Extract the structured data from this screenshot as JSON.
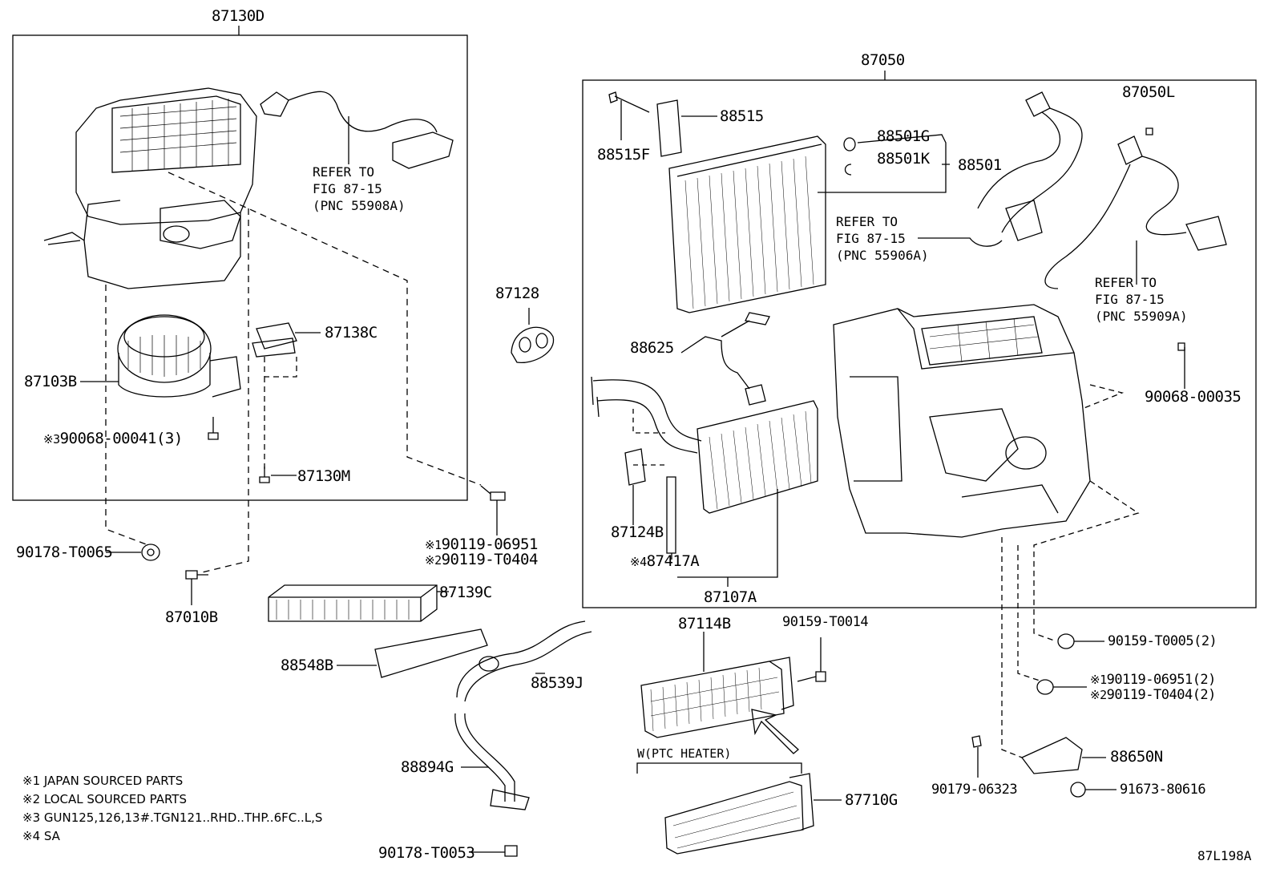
{
  "diagram": {
    "figure_code": "87L198A",
    "assemblies": {
      "blower_unit": "87130D",
      "evaporator_heater_unit": "87050"
    },
    "parts": {
      "p87103B": "87103B",
      "p87138C": "87138C",
      "p87130M": "87130M",
      "p90068_00041": "90068-00041(3)",
      "p87128": "87128",
      "p90178_T0065": "90178-T0065",
      "p87010B": "87010B",
      "p90119_06951": "90119-06951",
      "p90119_T0404": "90119-T0404",
      "p87139C": "87139C",
      "p88548B": "88548B",
      "p88539J": "88539J",
      "p88894G": "88894G",
      "p90178_T0053": "90178-T0053",
      "p88515": "88515",
      "p88515F": "88515F",
      "p88501G": "88501G",
      "p88501K": "88501K",
      "p88501": "88501",
      "p87050L": "87050L",
      "p88625": "88625",
      "p87124B": "87124B",
      "p87417A": "87417A",
      "p87107A": "87107A",
      "p90068_00035": "90068-00035",
      "p87114B": "87114B",
      "p90159_T0014": "90159-T0014",
      "p90159_T0005": "90159-T0005(2)",
      "p90119_06951_2": "90119-06951(2)",
      "p90119_T0404_2": "90119-T0404(2)",
      "p88650N": "88650N",
      "p90179_06323": "90179-06323",
      "p91673_80616": "91673-80616",
      "p87710G": "87710G"
    },
    "marks": {
      "m1": "※1",
      "m2": "※2",
      "m3": "※3",
      "m4": "※4"
    },
    "refers": {
      "r55908A": [
        "REFER TO",
        "FIG 87-15",
        "(PNC 55908A)"
      ],
      "r55906A": [
        "REFER TO",
        "FIG 87-15",
        "(PNC 55906A)"
      ],
      "r55909A": [
        "REFER TO",
        "FIG 87-15",
        "(PNC 55909A)"
      ]
    },
    "ptc_label": "W(PTC HEATER)",
    "legend": [
      "※1 JAPAN SOURCED PARTS",
      "※2 LOCAL SOURCED PARTS",
      "※3 GUN125,126,13#.TGN121..RHD..THP..6FC..L,S",
      "※4 SA"
    ]
  }
}
